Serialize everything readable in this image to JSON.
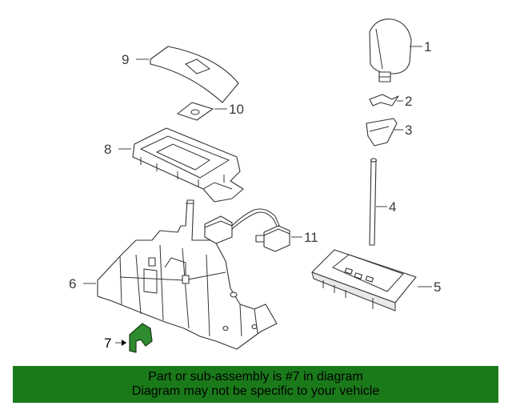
{
  "callouts": {
    "c1": "1",
    "c2": "2",
    "c3": "3",
    "c4": "4",
    "c5": "5",
    "c6": "6",
    "c7": "7",
    "c8": "8",
    "c9": "9",
    "c10": "10",
    "c11": "11"
  },
  "highlight_color": "#2e8b2e",
  "banner": {
    "line1": "Part or sub-assembly is #7 in diagram",
    "line2": "Diagram may not be specific to your vehicle"
  }
}
